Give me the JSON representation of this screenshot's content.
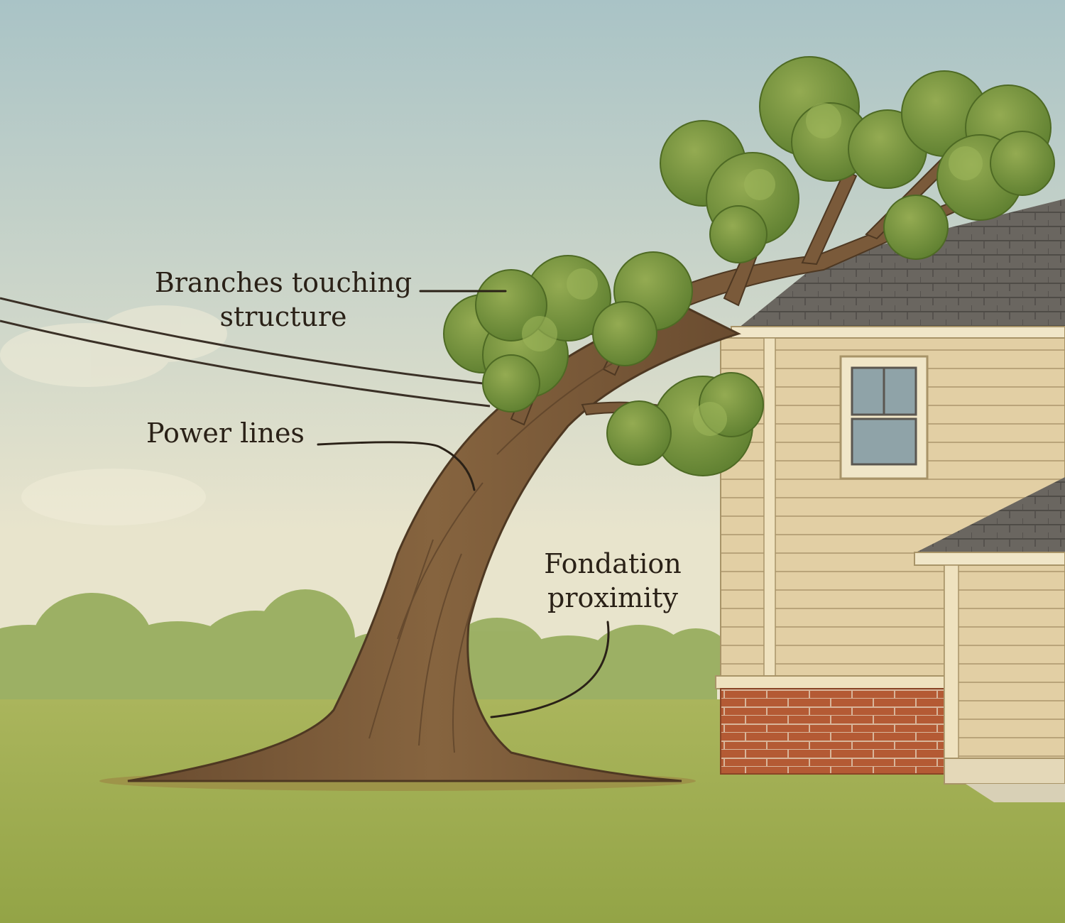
{
  "callouts": {
    "branches": {
      "line1": "Branches touching",
      "line2": "structure"
    },
    "power_lines": {
      "line1": "Power lines"
    },
    "foundation": {
      "line1": "Fondation",
      "line2": "proximity"
    }
  },
  "colors": {
    "sky_top": "#a9c3c6",
    "sky_bottom": "#e8e4cc",
    "lawn": "#98a84a",
    "trunk": "#7a5a3a",
    "foliage": "#6e8f3a",
    "foliage_light": "#8aa24a",
    "siding": "#e2cfa4",
    "trim": "#f0e6c8",
    "roof": "#6a6660",
    "brick": "#b45a34",
    "window_glass": "#8fa3a8",
    "leader_line": "#2a2117"
  },
  "icons": [
    "tree-illustration",
    "house-illustration",
    "power-line-wires"
  ]
}
